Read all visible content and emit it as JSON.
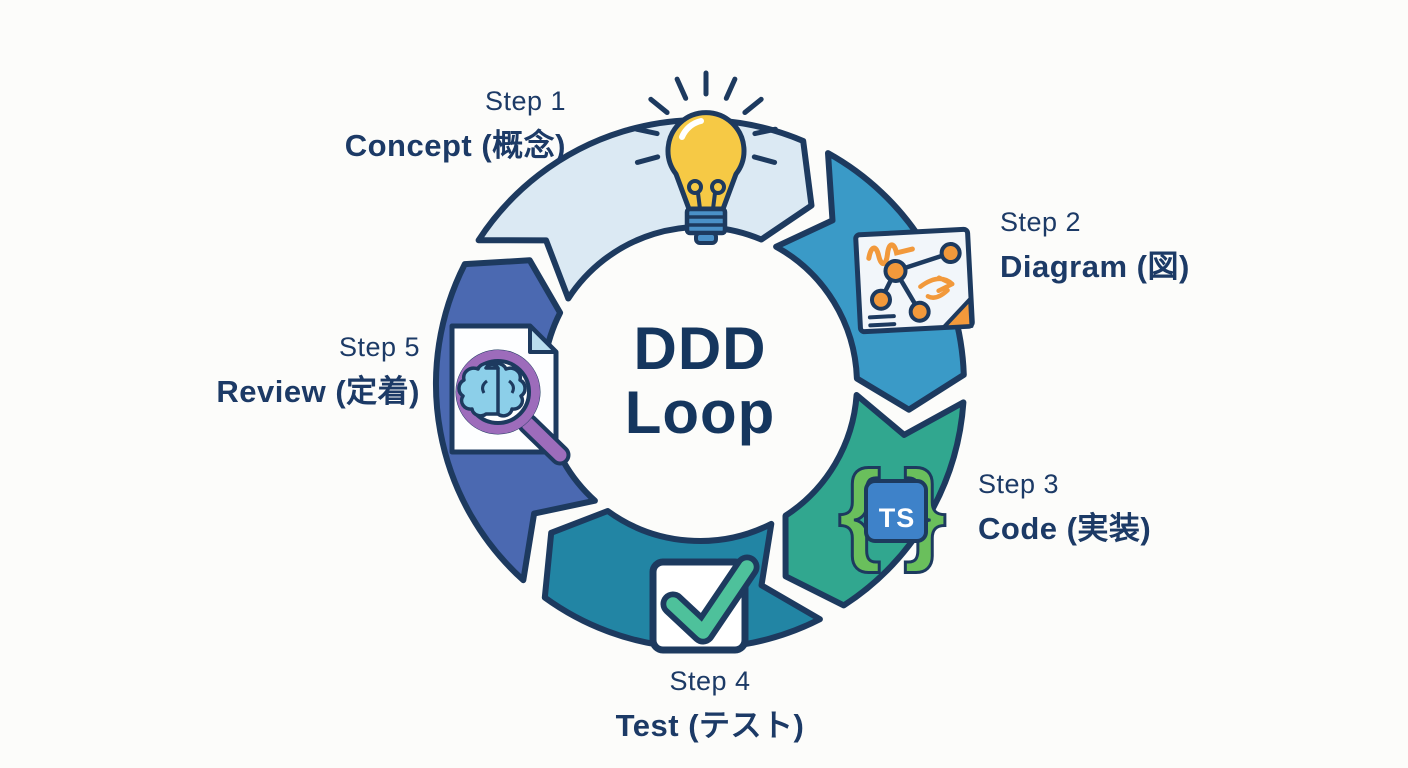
{
  "diagram": {
    "center_title": {
      "line1": "DDD",
      "line2": "Loop"
    },
    "direction": "clockwise",
    "outline_color": "#1d3a5f",
    "text_color": "#1c3a66",
    "background_color": "#fcfcfa",
    "steps": [
      {
        "step_label": "Step 1",
        "title": "Concept (概念)",
        "icon": "lightbulb-icon",
        "color": "#dbe9f3",
        "arc": {
          "from": 144,
          "to": 58
        }
      },
      {
        "step_label": "Step 2",
        "title": "Diagram (図)",
        "icon": "diagram-document-icon",
        "color": "#3a9ac7",
        "arc": {
          "from": 58,
          "to": -7
        }
      },
      {
        "step_label": "Step 3",
        "title": "Code (実装)",
        "icon": "typescript-braces-icon",
        "color": "#31a78f",
        "arc": {
          "from": -7,
          "to": -66
        }
      },
      {
        "step_label": "Step 4",
        "title": "Test (テスト)",
        "icon": "checkbox-icon",
        "color": "#2285a4",
        "arc": {
          "from": -66,
          "to": -135
        }
      },
      {
        "step_label": "Step 5",
        "title": "Review (定着)",
        "icon": "brain-magnifier-document-icon",
        "color": "#4b69b1",
        "arc": {
          "from": -135,
          "to": -216
        }
      }
    ],
    "icon_colors": {
      "bulb_yellow": "#f6c945",
      "bulb_base_blue": "#4a90c7",
      "doc_orange": "#f2993b",
      "ts_blue": "#3e82c9",
      "brace_green": "#6abf5c",
      "check_teal": "#4ec19b",
      "magnifier_purple": "#9d6cbb",
      "brain_blue": "#8ccfe9"
    },
    "ts_badge_text": "TS"
  }
}
